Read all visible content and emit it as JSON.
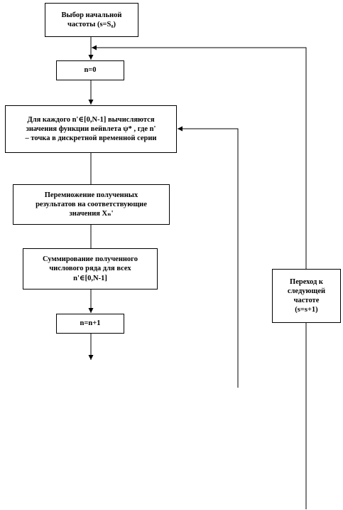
{
  "blocks": {
    "select_start_freq": [
      "Выбор начальной",
      "частоты (s=S₀)"
    ],
    "n_zero": [
      "n=0"
    ],
    "compute_wavelet": [
      "Для каждого n'∈[0,N-1]  вычисляются",
      "значения функции вейвлета  ψ* , где n'",
      "– точка в дискретной временной серии"
    ],
    "multiply": [
      "Перемножение полученных",
      "результатов на соответствующие",
      "значения Xₙ'"
    ],
    "sum": [
      "Суммирование полученного",
      "числового ряда для всех",
      "n'∈[0,N-1]"
    ],
    "n_increment": [
      "n=n+1"
    ],
    "next_freq": [
      "Переход к",
      "следующей",
      "частоте",
      "(s=s+1)"
    ]
  },
  "colors": {
    "stroke": "#000000",
    "background": "#ffffff"
  }
}
